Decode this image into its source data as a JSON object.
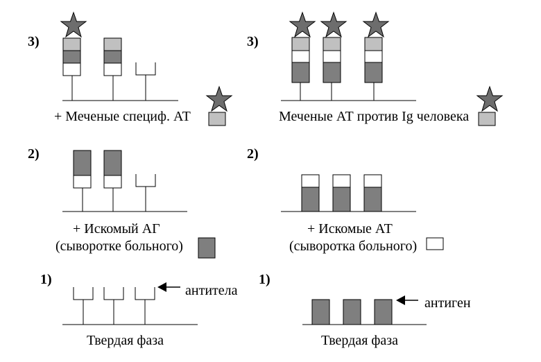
{
  "colors": {
    "dark": "#7f7f7f",
    "light": "#c0c0c0",
    "white": "#ffffff",
    "star": "#6d6d6d"
  },
  "left": {
    "step3": {
      "num": "3)",
      "text": "+  Меченые специф. АТ"
    },
    "step2": {
      "num": "2)",
      "line1": "+   Искомый АГ",
      "line2": "(сыворотке больного)"
    },
    "step1": {
      "num": "1)",
      "label": "антитела",
      "solid": "Твердая фаза"
    }
  },
  "right": {
    "step3": {
      "num": "3)",
      "text": "Меченые АТ против Ig человека"
    },
    "step2": {
      "num": "2)",
      "line1": "+  Искомые АТ",
      "line2": "(сыворотка больного)"
    },
    "step1": {
      "num": "1)",
      "label": "антиген",
      "solid": "Твердая фаза"
    }
  }
}
